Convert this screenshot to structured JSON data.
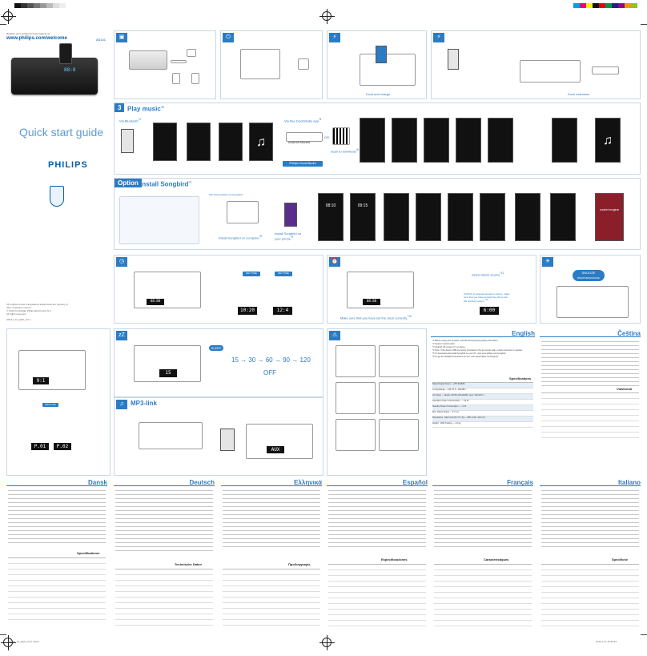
{
  "cover": {
    "top_line": "Register your product and get support at",
    "url": "www.philips.com/welcome",
    "model": "AS141",
    "title": "Quick start guide",
    "brand": "PHILIPS",
    "legal_1": "All registered and unregistered trademarks are property of",
    "legal_2": "their respective owners.",
    "legal_3": "© 2013 Koninklijke Philips Electronics N.V.",
    "legal_4": "All rights reserved.",
    "doc_code": "AS141_12_QSG_V4.1"
  },
  "top_steps": {
    "step1_icon": "⚡",
    "step2_icon": "⏻",
    "dock_label": "Dock and charge",
    "dock_extension": "Dock extension"
  },
  "play": {
    "step": "3",
    "title": "Play music",
    "title_sup": "*3",
    "via_bt": "Via Bluetooth",
    "via_bt_sup": "*4",
    "via_app": "Via free DockStudio app",
    "via_app_sup": "*5",
    "android_market": "Android Market",
    "or": "OR",
    "scan_label": "Scan to download",
    "scan_sup": "*6",
    "philips_dockstudio": "Philips DockStudio"
  },
  "option": {
    "tag": "Option",
    "title": "Install Songbird",
    "title_sup": "*7",
    "songbird_url": "http://www.philips.com/songbird",
    "install_pc": "Install Songbird on computer",
    "install_pc_sup": "*8",
    "install_phone": "Install Songbird on your phone",
    "install_phone_sup": "*9",
    "phone_time_1": "08:10",
    "phone_time_2": "09:15",
    "album_text": "rocket engine"
  },
  "clock": {
    "set_time": "SET TIME",
    "time_display_1": "10:20",
    "time_display_2": "12:4",
    "make_sure": "Make sure that you have set the clock correctly.",
    "make_sure_sup": "*10",
    "alarm_title": "Select alarm source",
    "alarm_sup": "*11",
    "alarm_time": "6:00",
    "alarm_note": "If DOCK is selected as alarm source, make sure that you have docked the phone into the docking system.",
    "alarm_note_sup": "*12",
    "snooze": "SNOOZE",
    "brightness": "BRIGHTNESS/SNOOZE"
  },
  "sleep": {
    "icon": "zZ",
    "tag": "SLEEP",
    "lcd_value": "15",
    "sequence": [
      "15",
      "30",
      "60",
      "90",
      "120"
    ],
    "off": "OFF",
    "lcd_small": "9:1",
    "pd1": "P.01",
    "pd2": "P.02"
  },
  "mp3": {
    "title": "MP3-link",
    "mp3_link_label": "MP3-LINK",
    "aux": "AUX"
  },
  "languages": {
    "english": "English",
    "cestina": "Čeština",
    "dansk": "Dansk",
    "deutsch": "Deutsch",
    "ellinika": "Ελληνικά",
    "espanol": "Español",
    "francais": "Français",
    "italiano": "Italiano"
  },
  "spec_titles": {
    "en": "Specifications",
    "cs": "Vlastnosti",
    "da": "Specifikationer",
    "de": "Technische Daten",
    "el": "Προδιαγραφές",
    "es": "Especificaciones",
    "fr": "Caractéristiques",
    "it": "Specifiche"
  },
  "english_notes": [
    "*1 Before using your product, read all accompanying safety information.",
    "*2 System requirements:",
    "*3 Android OS version 2.1 or above",
    "*4 Note: If the device USB connector is located in the top center-side, a dock extension is needed.",
    "*5 To download and install Songbird on your PC, visit www.philips.com/songbird.",
    "*6 To get the detailed instructions for use, visit www.philips.com/support."
  ],
  "english_specs": [
    [
      "Rated Output Power",
      "2X5 W RMS"
    ],
    [
      "Tuning Range",
      "FM: 87.5 - 108 MHz"
    ],
    [
      "AC Power",
      "Model: AS760-100-AE180; Input: 100-240 V ~"
    ],
    [
      "Operation Power Consumption",
      "<12 W"
    ],
    [
      "Standby Power Consumption",
      "<1 W"
    ],
    [
      "Max. Rated Output",
      "5 V 1 A"
    ],
    [
      "Dimensions - Main Unit (W x H x D)",
      "295 x 160 x 110 mm"
    ],
    [
      "Weight - With Packing",
      "2.0 kg"
    ]
  ],
  "footer": {
    "left": "AS141_12_QSG_V4.1.indd 1",
    "right": "2012-7-27 15:40:12"
  }
}
